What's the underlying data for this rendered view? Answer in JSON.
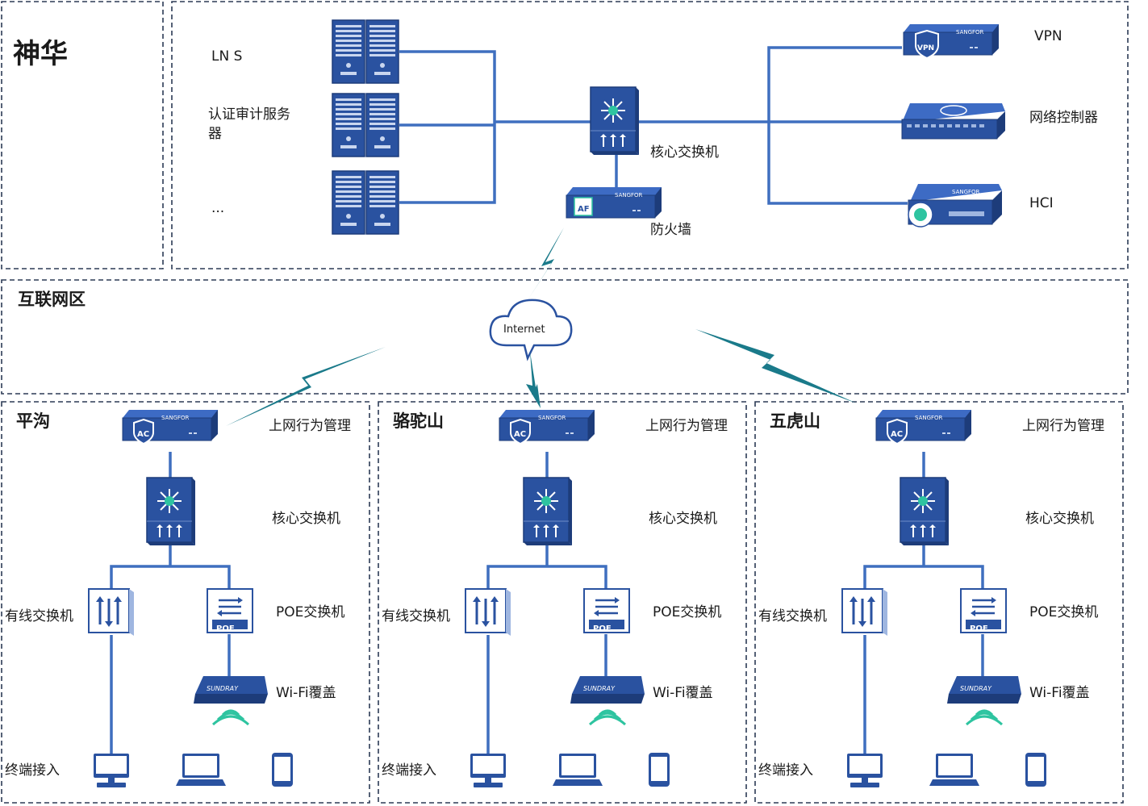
{
  "hq": {
    "title": "神华",
    "servers": [
      "LN S",
      "认证审计服务器",
      "..."
    ],
    "core_switch": "核心交换机",
    "firewall": "防火墙",
    "right_devices": [
      "VPN",
      "网络控制器",
      "HCI"
    ]
  },
  "internet_zone": {
    "title": "互联网区",
    "cloud": "Internet"
  },
  "branches": [
    {
      "title": "平沟",
      "ac": "上网行为管理",
      "core": "核心交换机",
      "wired": "有线交换机",
      "poe": "POE交换机",
      "wifi": "Wi-Fi覆盖",
      "terminal": "终端接入"
    },
    {
      "title": "骆驼山",
      "ac": "上网行为管理",
      "core": "核心交换机",
      "wired": "有线交换机",
      "poe": "POE交换机",
      "wifi": "Wi-Fi覆盖",
      "terminal": "终端接入"
    },
    {
      "title": "五虎山",
      "ac": "上网行为管理",
      "core": "核心交换机",
      "wired": "有线交换机",
      "poe": "POE交换机",
      "wifi": "Wi-Fi覆盖",
      "terminal": "终端接入"
    }
  ],
  "icon_badges": {
    "ac": "AC",
    "af": "AF",
    "vpn": "VPN",
    "poe": "POE",
    "brand": "SANGFOR",
    "ap_brand": "SUNDRAY"
  },
  "colors": {
    "device": "#2a52a0",
    "device_dark": "#1d3c7a",
    "link": "#3f6fbf",
    "accent": "#2ec4a0",
    "bolt": "#1a7a8a"
  }
}
